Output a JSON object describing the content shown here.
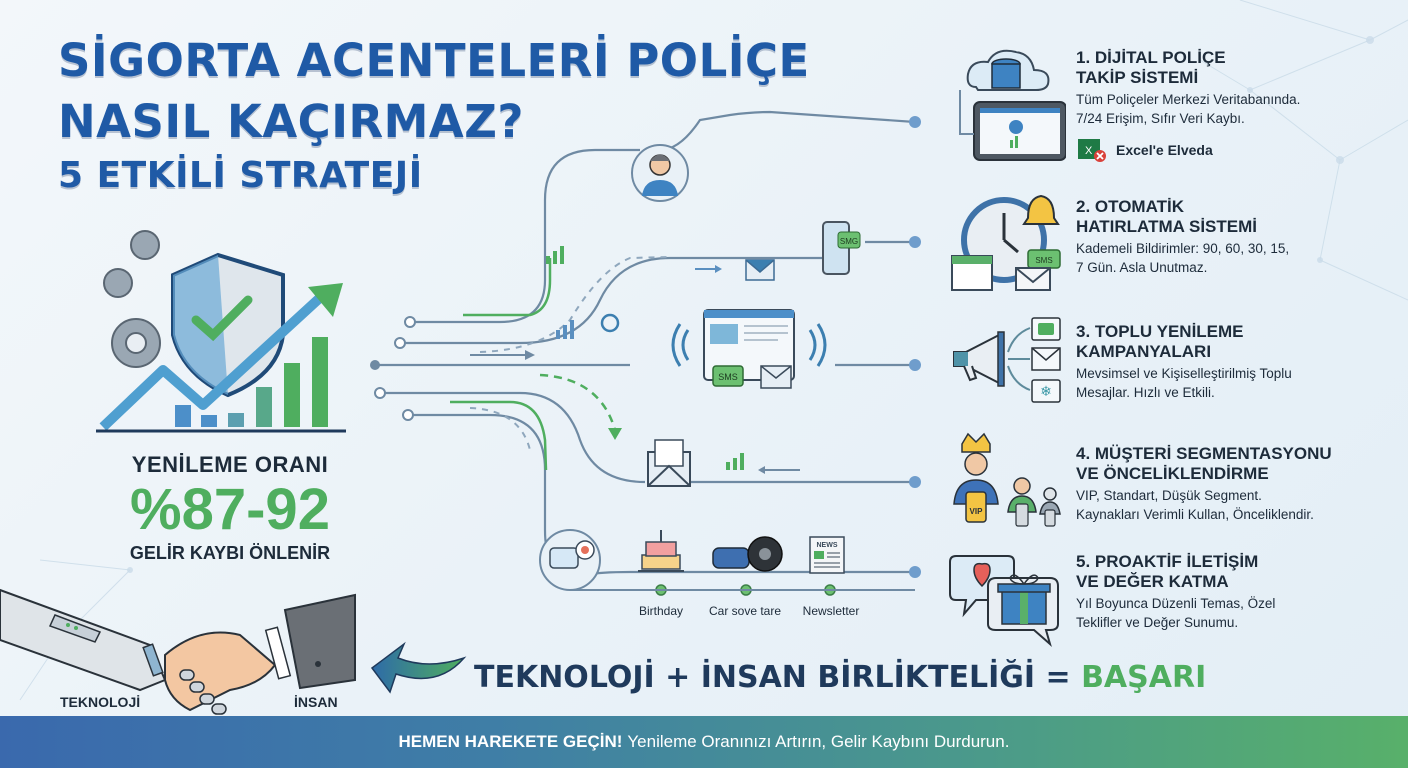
{
  "title": {
    "line1": "SİGORTA ACENTELERİ POLİÇE",
    "line2": "NASIL KAÇIRMAZ?",
    "line3": "5 ETKİLİ STRATEJİ"
  },
  "hero": {
    "rate_label": "YENİLEME ORANI",
    "rate_value": "%87-92",
    "rate_sub": "GELİR KAYBI ÖNLENİR",
    "icons": [
      "gear-icon",
      "shield-check-icon",
      "growth-arrow-icon",
      "bar-chart-icon"
    ]
  },
  "strategies": [
    {
      "title_line1": "1. DİJİTAL POLİÇE",
      "title_line2": "TAKİP SİSTEMİ",
      "desc_line1": "Tüm Poliçeler Merkezi Veritabanında.",
      "desc_line2": "7/24 Erişim, Sıfır Veri Kaybı.",
      "extra": "Excel'e Elveda",
      "icon": "cloud-database-tablet-icon"
    },
    {
      "title_line1": "2. OTOMATİK",
      "title_line2": "HATIRLATMA SİSTEMİ",
      "desc_line1": "Kademeli Bildirimler: 90, 60, 30, 15,",
      "desc_line2": "7 Gün. Asla Unutmaz.",
      "icon": "clock-bell-calendar-icon",
      "badge": "SMS"
    },
    {
      "title_line1": "3. TOPLU YENİLEME",
      "title_line2": "KAMPANYALARI",
      "desc_line1": "Mevsimsel ve Kişiselleştirilmiş Toplu",
      "desc_line2": "Mesajlar. Hızlı ve Etkili.",
      "icon": "megaphone-icon"
    },
    {
      "title_line1": "4. MÜŞTERİ SEGMENTASYONU",
      "title_line2": "VE ÖNCELİKLENDİRME",
      "desc_line1": "VIP, Standart, Düşük Segment.",
      "desc_line2": "Kaynakları Verimli Kullan, Önceliklendir.",
      "icon": "customer-segments-icon",
      "badge": "VIP"
    },
    {
      "title_line1": "5. PROAKTİF İLETİŞİM",
      "title_line2": "VE DEĞER KATMA",
      "desc_line1": "Yıl Boyunca Düzenli Temas, Özel",
      "desc_line2": "Teklifler ve Değer Sunumu.",
      "icon": "chat-gift-icon"
    }
  ],
  "flow": {
    "badges": {
      "phone": "SMG",
      "web": "SMS",
      "news": "NEWS"
    },
    "channels": [
      {
        "label": "Birthday",
        "icon": "cake-icon"
      },
      {
        "label": "Car sove tare",
        "icon": "car-tire-icon"
      },
      {
        "label": "Newsletter",
        "icon": "newspaper-icon"
      }
    ]
  },
  "handshake": {
    "left_label": "TEKNOLOJİ",
    "right_label": "İNSAN"
  },
  "slogan": {
    "main": "TEKNOLOJİ + İNSAN BİRLİKTELİĞİ = ",
    "highlight": "BAŞARI"
  },
  "footer": {
    "cta_bold": "HEMEN HAREKETE GEÇİN!",
    "cta_text": "Yenileme Oranınızı Artırın, Gelir Kaybını Durdurun."
  },
  "colors": {
    "title_blue": "#1f5aa6",
    "accent_green": "#4fae5f",
    "line_gray": "#6f8aa3",
    "footer_start": "#3a69ad",
    "footer_end": "#58b06a"
  }
}
